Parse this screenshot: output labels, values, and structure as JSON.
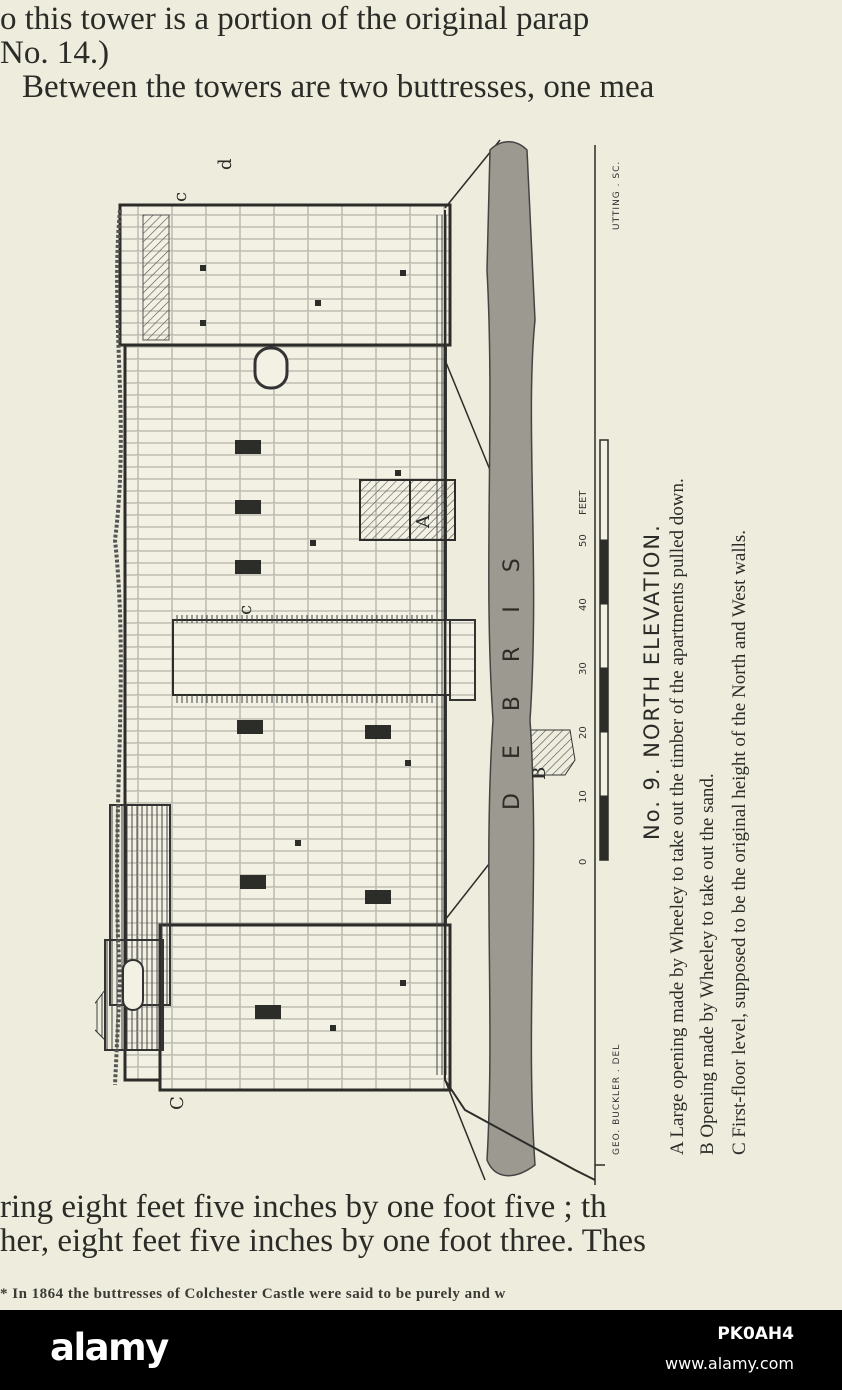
{
  "text": {
    "line1": "o this tower is a portion of the original parap",
    "line2": "No. 14.)",
    "line3": "Between the towers are two buttresses, one mea",
    "line4": "ring eight feet five inches by one foot five ;  th",
    "line5": "her, eight feet five inches by one foot three.  Thes",
    "footnote": "* In 1864 the buttresses of Colchester Castle were said to be purely and w"
  },
  "plate": {
    "title": "No. 9.  NORTH ELEVATION.",
    "captions": [
      "A  Large opening made by Wheeley to take out the timber of the apartments pulled down.",
      "B  Opening made by Wheeley to take out the sand.",
      "C  First-floor level, supposed to be the original height of the North and West walls."
    ],
    "credit_left": "GEO. BUCKLER . DEL",
    "credit_right": "UTTING . SC.",
    "debris_label": "DEBRIS",
    "scale_numbers": [
      "0",
      "10",
      "20",
      "30",
      "40",
      "50"
    ],
    "scale_unit": "FEET",
    "marks": {
      "a": "A",
      "b": "B",
      "c1": "C",
      "c2": "c",
      "c3": "c",
      "d": "d"
    }
  },
  "footer": {
    "brand": "alamy",
    "code": "PK0AH4",
    "url": "www.alamy.com"
  }
}
